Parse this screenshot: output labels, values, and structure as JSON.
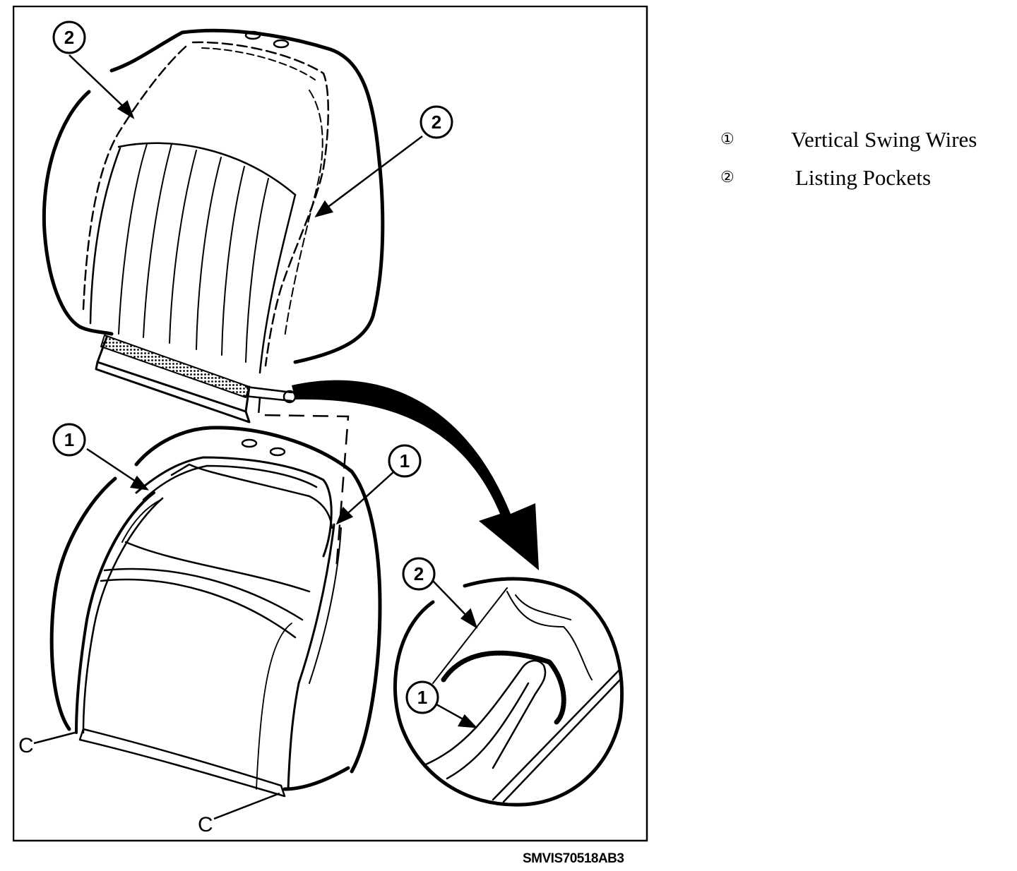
{
  "figure": {
    "callouts": {
      "top_left": "2",
      "top_right": "2",
      "mid_left": "1",
      "mid_right": "1",
      "detail_upper": "2",
      "detail_lower": "1",
      "clip_left": "C",
      "clip_bottom": "C"
    },
    "figure_id": "SMVIS70518AB3"
  },
  "legend": [
    {
      "marker": "①",
      "label": "Vertical Swing Wires"
    },
    {
      "marker": "②",
      "label": "Listing Pockets"
    }
  ]
}
